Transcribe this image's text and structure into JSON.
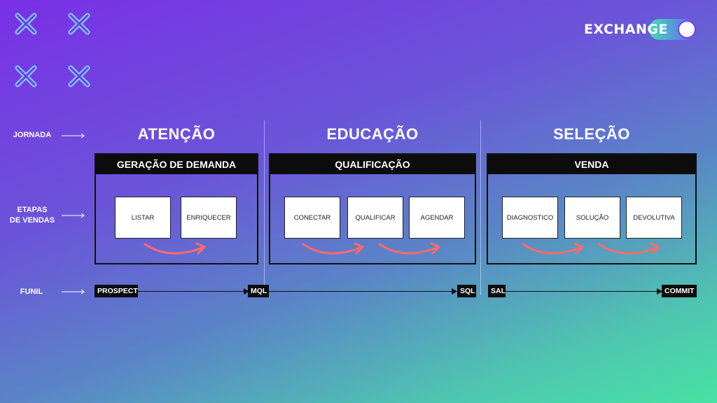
{
  "brand": {
    "logo_text": "EXCHANGE"
  },
  "colors": {
    "flow_arrow": "#ff6a6a",
    "box_border": "#111111",
    "step_bg": "#ffffff"
  },
  "row_labels": {
    "jornada": "JORNADA",
    "etapas_line1": "ETAPAS",
    "etapas_line2": "DE VENDAS",
    "funil": "FUNIL"
  },
  "phases": [
    {
      "title": "ATENÇÃO",
      "section": "GERAÇÃO DE DEMANDA",
      "steps": [
        "LISTAR",
        "ENRIQUECER"
      ]
    },
    {
      "title": "EDUCAÇÃO",
      "section": "QUALIFICAÇÃO",
      "steps": [
        "CONECTAR",
        "QUALIFICAR",
        "AGENDAR"
      ]
    },
    {
      "title": "SELEÇÃO",
      "section": "VENDA",
      "steps": [
        "DIAGNOSTICO",
        "SOLUÇÃO",
        "DEVOLUTIVA"
      ]
    }
  ],
  "funnel": {
    "prospect": "PROSPECT",
    "mql": "MQL",
    "sql": "SQL",
    "sal": "SAL",
    "commit": "COMMIT"
  },
  "icons": {
    "decoration": "cross-icon",
    "row_arrow": "arrow-right-icon",
    "flow_arrow": "curved-arrow-icon"
  }
}
